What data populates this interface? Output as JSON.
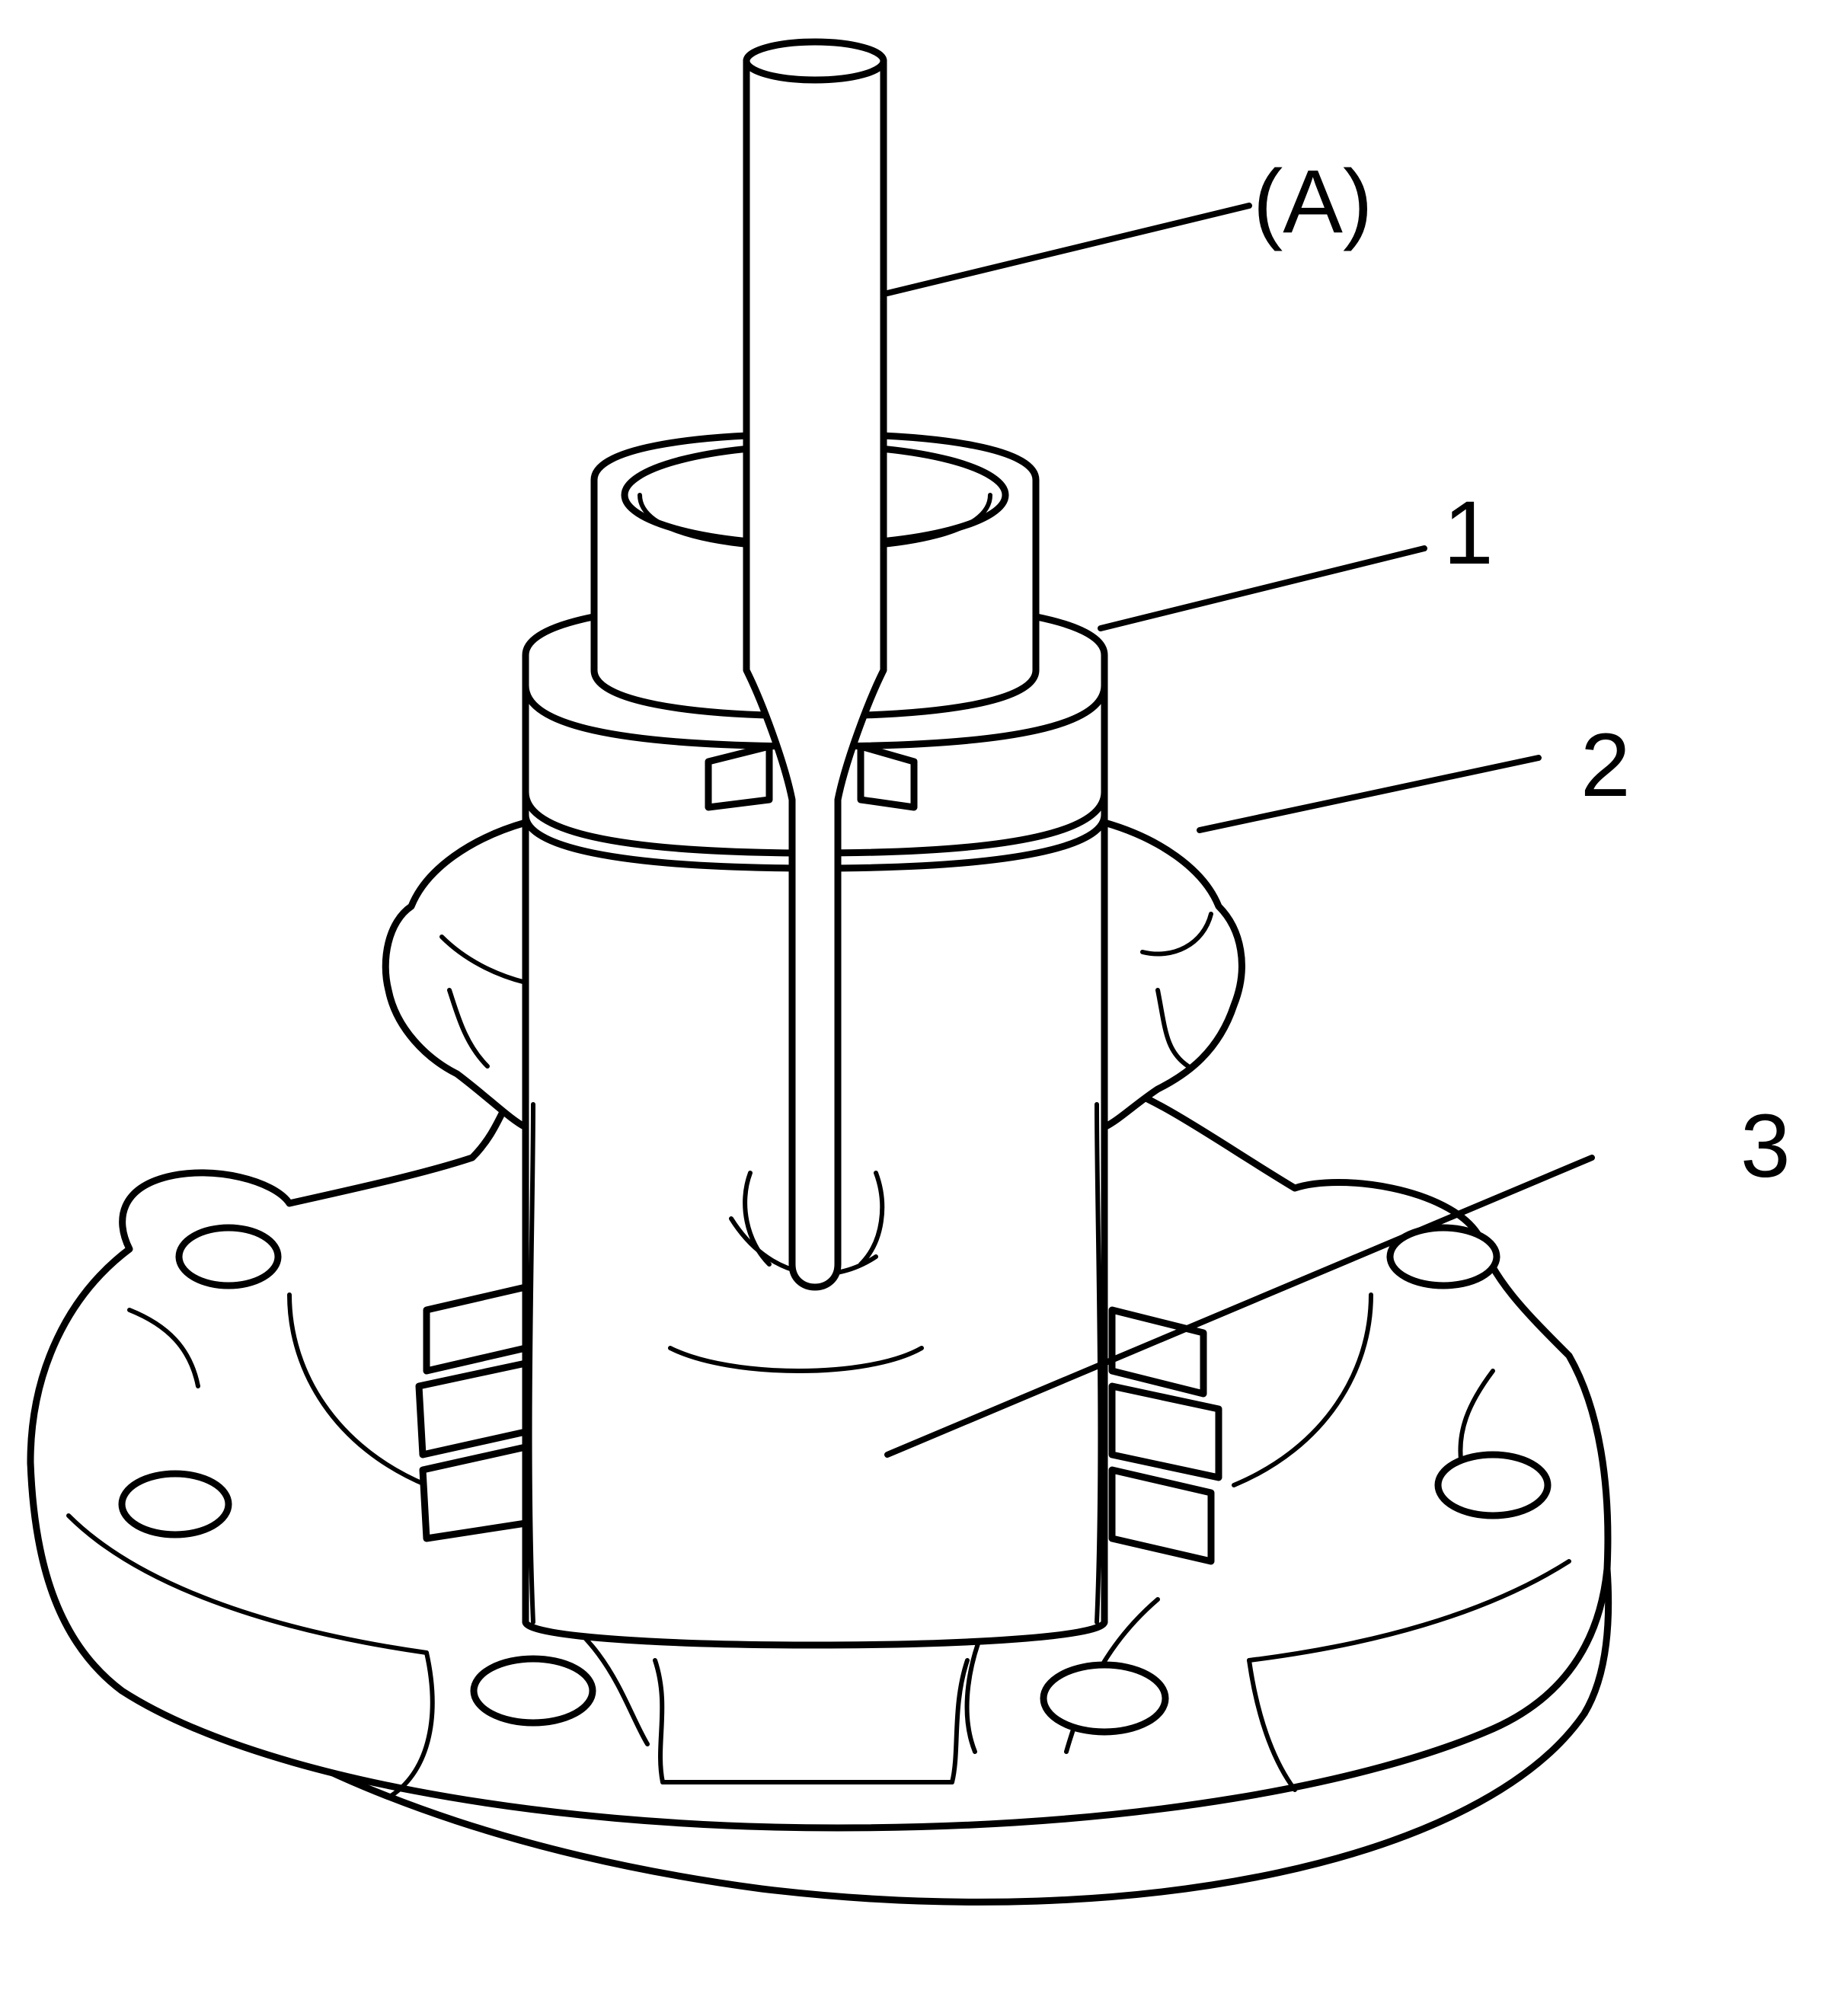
{
  "callouts": {
    "tool": "(A)",
    "part_1": "1",
    "part_2": "2",
    "part_3": "3"
  },
  "colors": {
    "ink": "#000000",
    "background": "#ffffff"
  }
}
